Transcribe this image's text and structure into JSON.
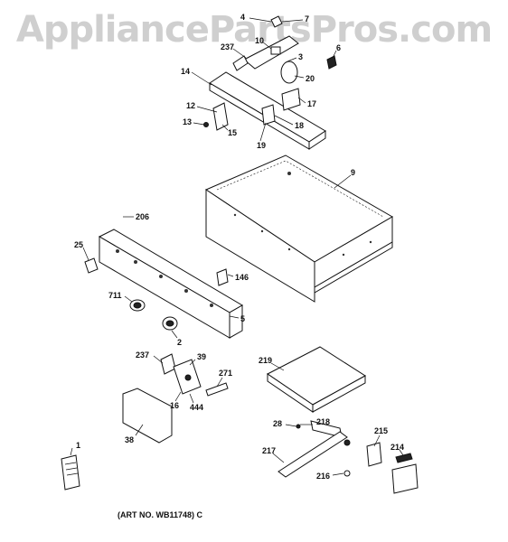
{
  "watermark": "AppliancePartsPros.com",
  "art_number": "(ART NO. WB11748) C",
  "callouts": {
    "c4": "4",
    "c7": "7",
    "c237a": "237",
    "c10": "10",
    "c3": "3",
    "c6": "6",
    "c14": "14",
    "c20": "20",
    "c12": "12",
    "c17": "17",
    "c13": "13",
    "c15": "15",
    "c18": "18",
    "c19": "19",
    "c9": "9",
    "c206": "206",
    "c25": "25",
    "c146": "146",
    "c711": "711",
    "c5": "5",
    "c2": "2",
    "c237b": "237",
    "c39": "39",
    "c271": "271",
    "c16": "16",
    "c444": "444",
    "c38": "38",
    "c219": "219",
    "c28": "28",
    "c218": "218",
    "c217": "217",
    "c215": "215",
    "c214": "214",
    "c216": "216",
    "c1": "1"
  }
}
